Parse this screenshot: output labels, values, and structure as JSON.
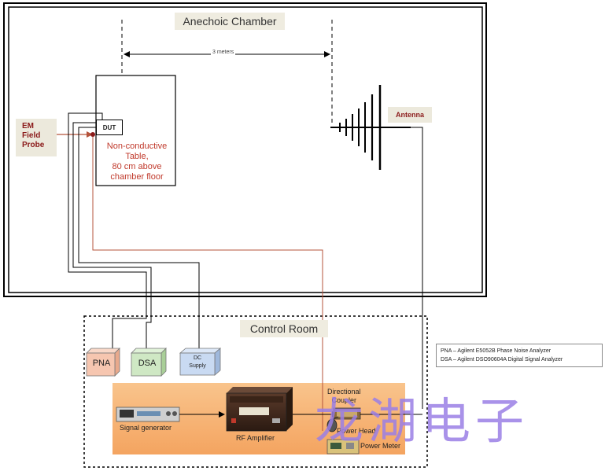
{
  "chamber": {
    "title": "Anechoic Chamber"
  },
  "control_room": {
    "title": "Control Room"
  },
  "em_probe": {
    "line1": "EM",
    "line2": "Field",
    "line3": "Probe"
  },
  "dut": {
    "label": "DUT"
  },
  "table": {
    "label": "Non-conductive\nTable,\n80 cm above\nchamber floor"
  },
  "distance": {
    "label": "3 meters"
  },
  "antenna": {
    "label": "Antenna"
  },
  "instruments": {
    "pna": "PNA",
    "dsa": "DSA",
    "dc_line1": "DC",
    "dc_line2": "Supply",
    "signal_generator": "Signal generator",
    "rf_amplifier": "RF Amplifier",
    "directional_coupler_line1": "Directional",
    "directional_coupler_line2": "Coupler",
    "power_head": "Power Head",
    "power_meter": "Power Meter"
  },
  "legend": {
    "line1": "PNA – Agilent E5052B Phase Noise Analyzer",
    "line2": "DSA – Agilent DSO90604A Digital Signal Analyzer"
  },
  "watermark": "龙湖电子",
  "colors": {
    "title_bg": "#efece0",
    "label_bg": "#ece9dc",
    "probe_text": "#8b1a1a",
    "table_text": "#c0392b",
    "orange_panel": "#f7b67a",
    "pna_box": "#f6c6b0",
    "dsa_box": "#cfe8c4",
    "dc_box": "#c9daf2",
    "probe_cable": "#b5533b",
    "watermark": "#9b7fe6"
  }
}
